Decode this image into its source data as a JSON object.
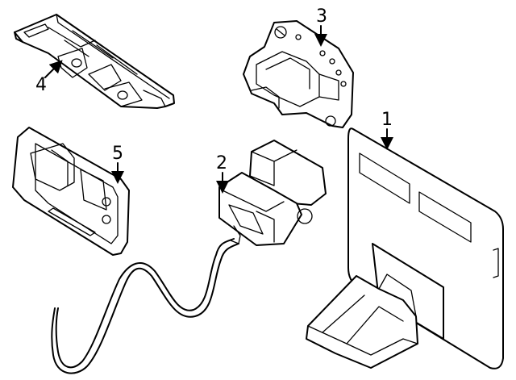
{
  "diagram": {
    "callouts": [
      {
        "id": "part-1",
        "label": "1"
      },
      {
        "id": "part-2",
        "label": "2"
      },
      {
        "id": "part-3",
        "label": "3"
      },
      {
        "id": "part-4",
        "label": "4"
      },
      {
        "id": "part-5",
        "label": "5"
      }
    ]
  }
}
